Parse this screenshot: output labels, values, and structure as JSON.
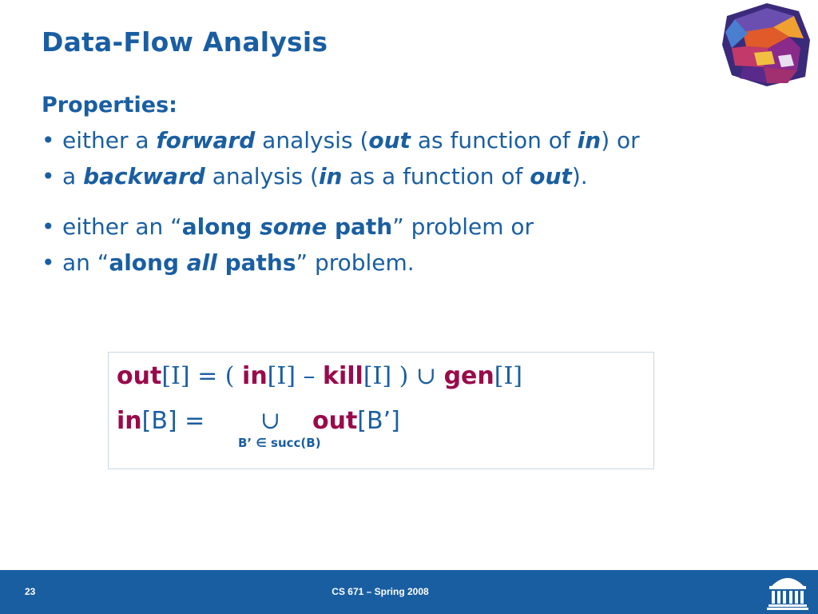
{
  "slide": {
    "title": "Data-Flow Analysis",
    "heading": "Properties:",
    "bullets": {
      "b1": {
        "t1": "either a ",
        "t2": "forward",
        "t3": " analysis (",
        "t4": "out",
        "t5": " as function of ",
        "t6": "in",
        "t7": ") or"
      },
      "b2": {
        "t1": "a ",
        "t2": "backward",
        "t3": " analysis (",
        "t4": "in",
        "t5": " as a function of ",
        "t6": "out",
        "t7": ")."
      },
      "b3": {
        "t1": "either an “",
        "t2": "along ",
        "t3": "some",
        "t4": " path",
        "t5": "” problem or"
      },
      "b4": {
        "t1": "an “",
        "t2": "along ",
        "t3": "all",
        "t4": " paths",
        "t5": "” problem."
      }
    },
    "bullet_glyph": "•",
    "formula": {
      "line1": {
        "out": "out",
        "i1": "[I] = ( ",
        "in": "in",
        "i2": "[I] – ",
        "kill": "kill",
        "i3": "[I] ) ",
        "union": "∪",
        "sp": " ",
        "gen": "gen",
        "i4": "[I]"
      },
      "line2": {
        "in": "in",
        "b1": "[B] = ",
        "union": "∪",
        "out": "out",
        "b2": "[B’]"
      },
      "subscript": "B’ ∈ succ(B)"
    },
    "colors": {
      "accent": "#1a5ea2",
      "keyword": "#9a0a4a"
    }
  },
  "footer": {
    "slide_number": "23",
    "course": "CS 671 – Spring 2008"
  }
}
